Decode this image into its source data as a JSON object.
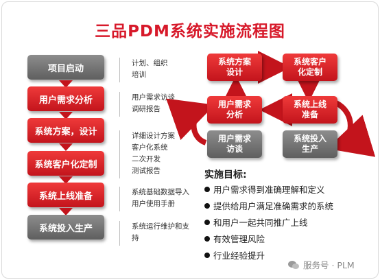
{
  "title": "三品PDM系统实施流程图",
  "steps": [
    {
      "label": "项目启动",
      "color": "#7a7a7a"
    },
    {
      "label": "用户需求分析",
      "color": "#d7192a"
    },
    {
      "label": "系统方案，设计",
      "color": "#d7192a"
    },
    {
      "label": "系统客户化定制",
      "color": "#d7192a"
    },
    {
      "label": "系统上线准备",
      "color": "#d7192a"
    },
    {
      "label": "系统投入生产",
      "color": "#7a7a7a"
    }
  ],
  "notes": [
    "计划、组织\n培训",
    "用户需求访谈\n调研报告",
    "详细设计方案\n客户化系统\n二次开发\n测试报告",
    "系统基础数据导入\n用户使用手册",
    "系统运行维护和支\n持"
  ],
  "cycle": {
    "design": "系统方案\n设计",
    "customize": "系统客户\n化定制",
    "analysis": "用户需求\n分析",
    "go_live_prep": "系统上线\n准备",
    "interview": "用户需求\n访谈",
    "production": "系统投入\n生产"
  },
  "goals": {
    "title": "实施目标:",
    "items": [
      "用户需求得到准确理解和定义",
      "提供给用户满足准确需求的系统",
      "和用户一起共同推广上线",
      "有效管理风险",
      "行业经验提升"
    ]
  },
  "watermark": "服务号 · PLM",
  "colors": {
    "brand_red": "#d7192a",
    "gray": "#7a7a7a"
  }
}
